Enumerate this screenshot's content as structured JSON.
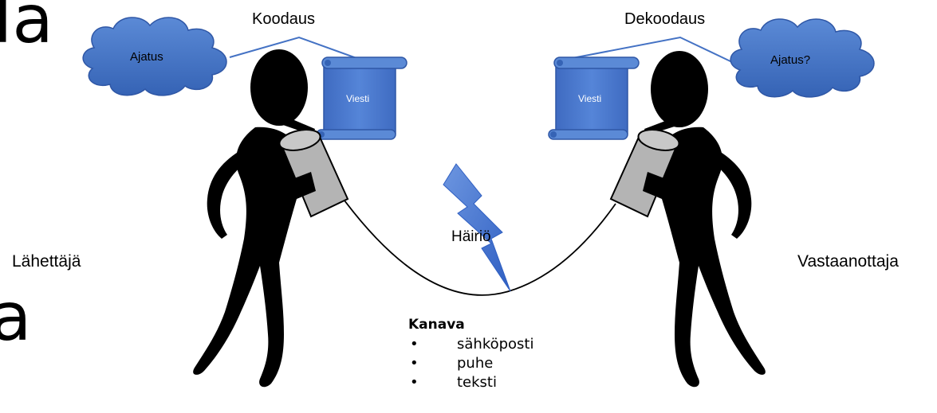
{
  "title_fragments": [
    "la",
    "a"
  ],
  "encoding_label": "Koodaus",
  "decoding_label": "Dekoodaus",
  "sender": {
    "label": "Lähettäjä",
    "thought": "Ajatus",
    "message": "Viesti"
  },
  "receiver": {
    "label": "Vastaanottaja",
    "thought": "Ajatus?",
    "message": "Viesti"
  },
  "noise_label": "Häiriö",
  "channel": {
    "title": "Kanava",
    "bullet": "•",
    "items": [
      "sähköposti",
      "puhe",
      "teksti"
    ]
  },
  "colors": {
    "cloud": "#4472c4",
    "scroll": "#4472c4",
    "line": "#4472c4",
    "lightning": "#3f72d0",
    "can": "#b4b4b4",
    "figure": "#000000"
  }
}
